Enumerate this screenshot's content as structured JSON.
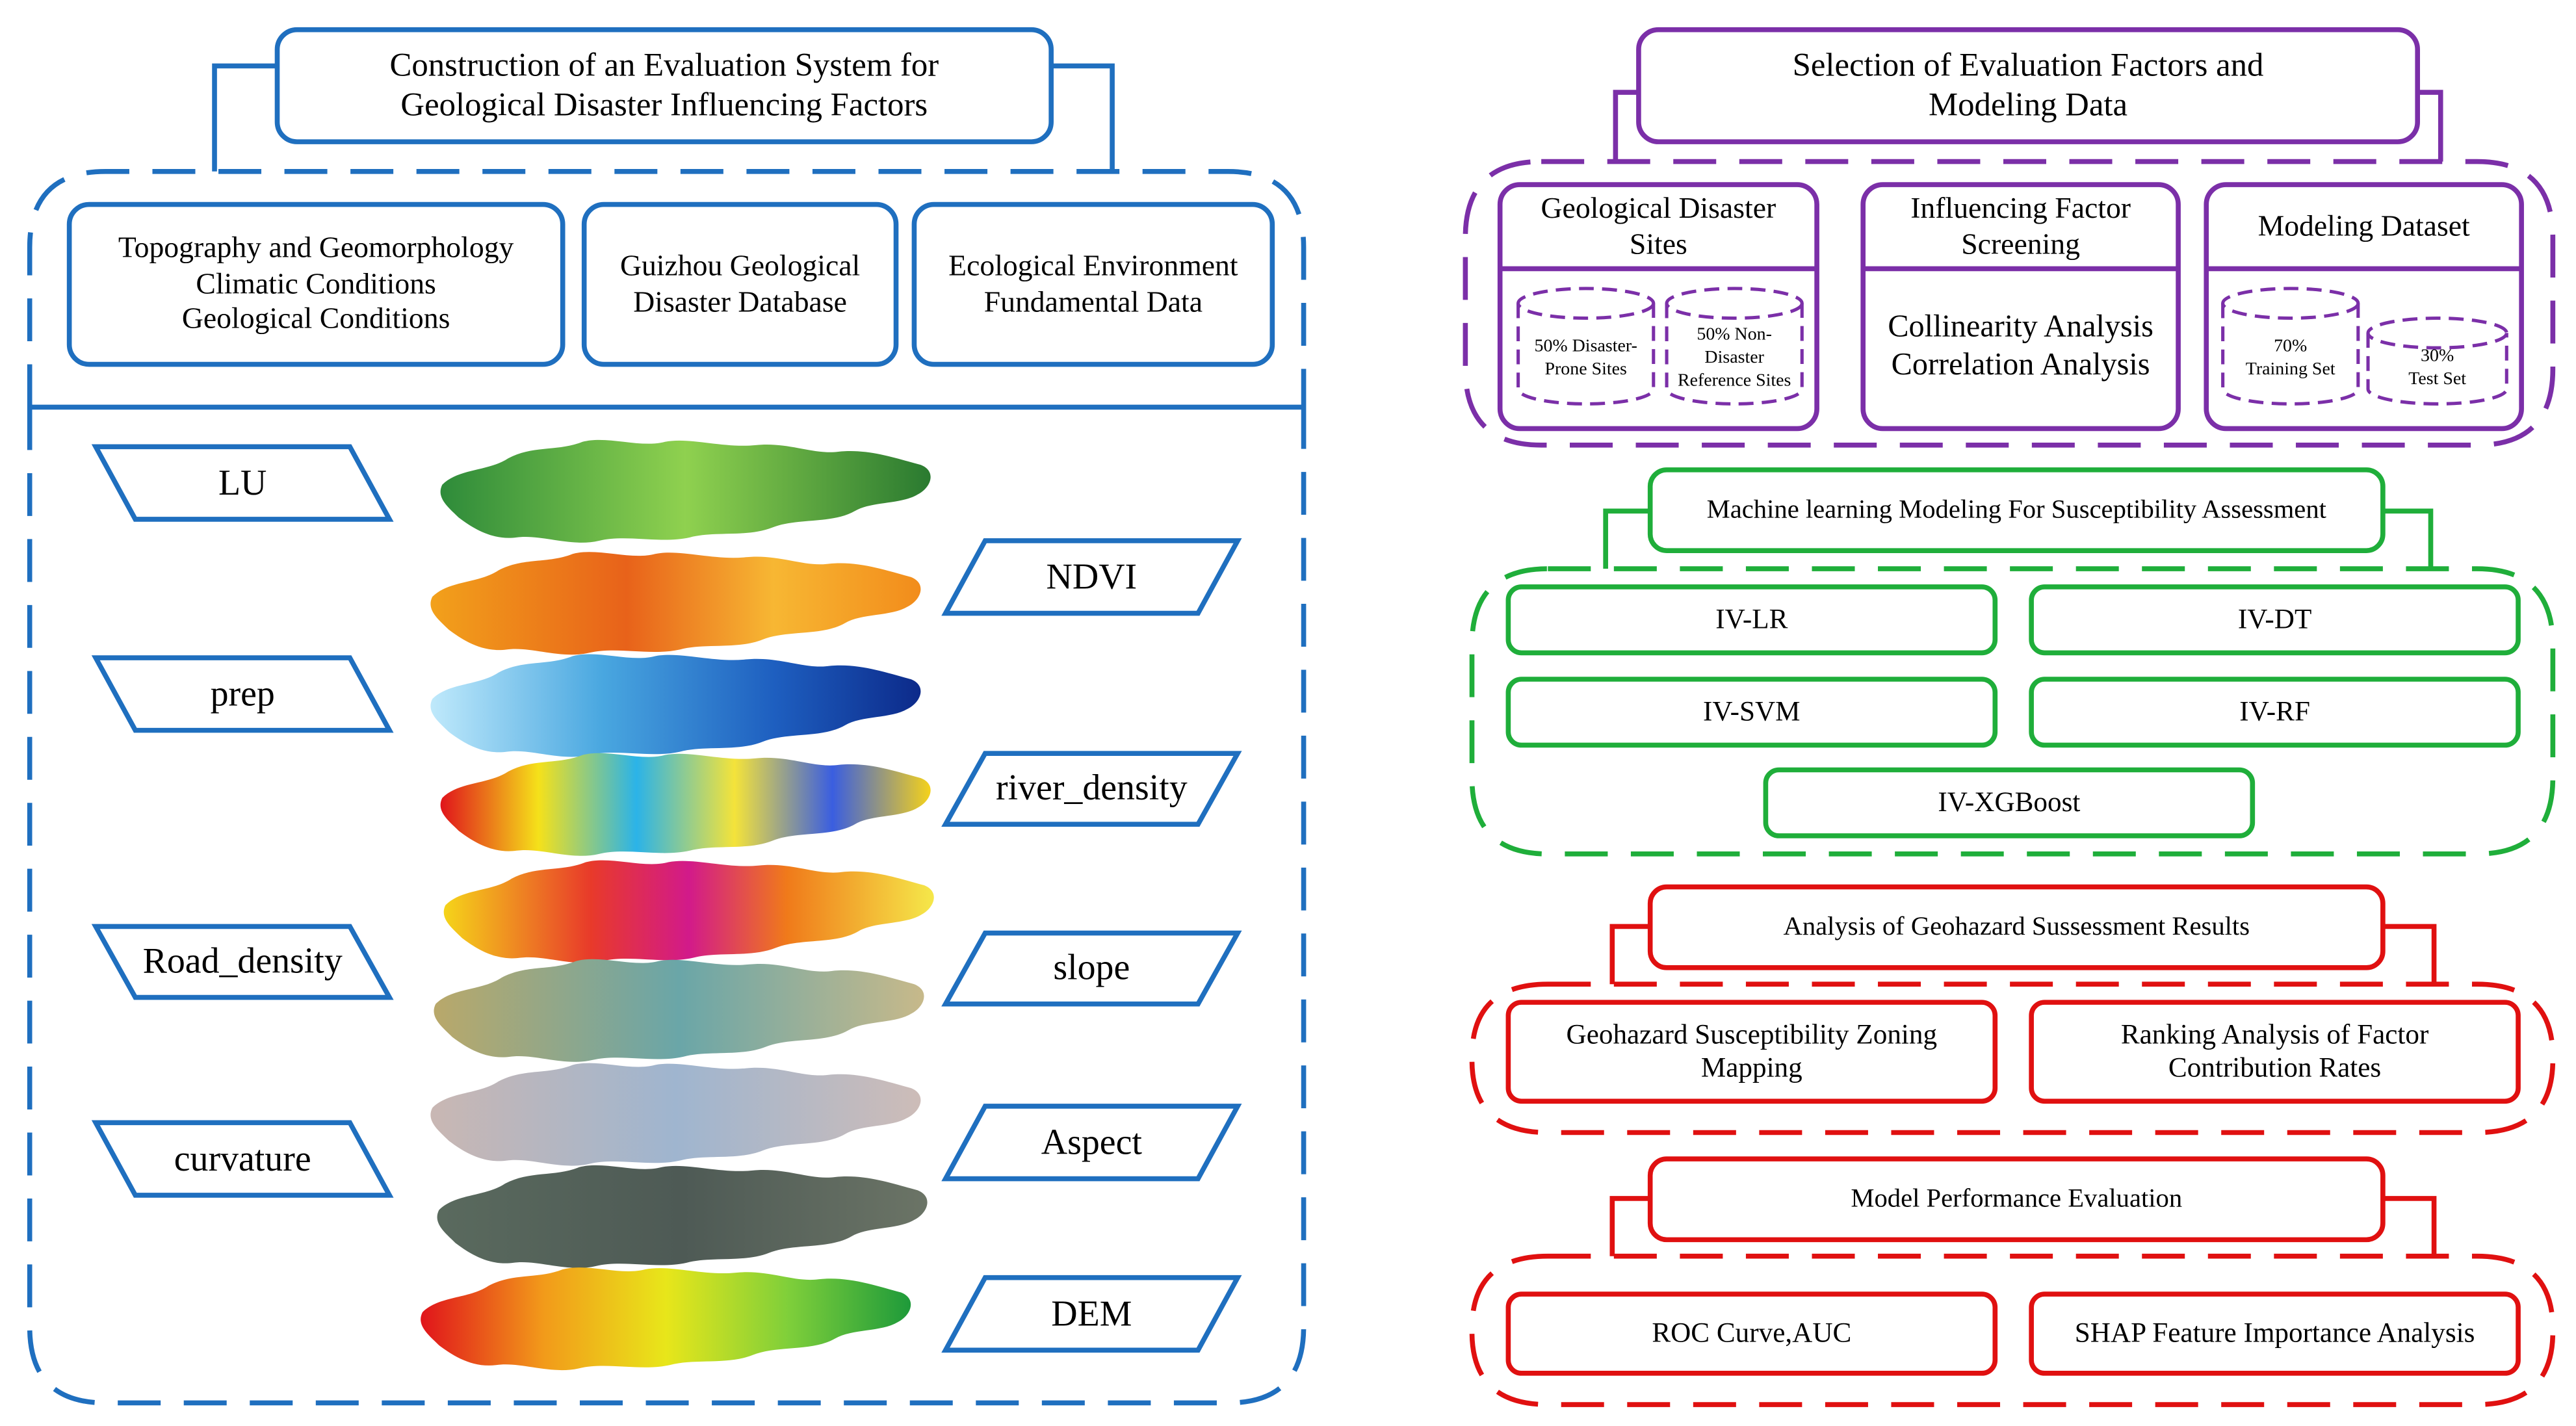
{
  "colors": {
    "blue": "#1f6fbf",
    "purple": "#7b2fa8",
    "green": "#1fae3a",
    "red": "#e01010"
  },
  "left": {
    "title": "Construction of an Evaluation System for\nGeological Disaster Influencing Factors",
    "categories": [
      "Topography and Geomorphology\nClimatic Conditions\nGeological Conditions",
      "Guizhou Geological\nDisaster Database",
      "Ecological Environment\nFundamental Data"
    ],
    "factors_left": [
      "LU",
      "prep",
      "Road_density",
      "curvature"
    ],
    "factors_right": [
      "NDVI",
      "river_density",
      "slope",
      "Aspect",
      "DEM"
    ]
  },
  "right": {
    "selection": {
      "title": "Selection of Evaluation Factors and\nModeling Data",
      "sites": {
        "title": "Geological Disaster\nSites",
        "cyl1": "50% Disaster-\nProne Sites",
        "cyl2": "50% Non-\nDisaster\nReference Sites"
      },
      "screening": {
        "title": "Influencing Factor\nScreening",
        "body": "Collinearity Analysis\nCorrelation Analysis"
      },
      "dataset": {
        "title": "Modeling Dataset",
        "cyl1": "70%\nTraining Set",
        "cyl2": "30%\nTest Set"
      }
    },
    "ml": {
      "title": "Machine learning Modeling For Susceptibility Assessment",
      "models": [
        "IV-LR",
        "IV-DT",
        "IV-SVM",
        "IV-RF",
        "IV-XGBoost"
      ]
    },
    "analysis": {
      "title": "Analysis of Geohazard Sussessment Results",
      "items": [
        "Geohazard Susceptibility Zoning\nMapping",
        "Ranking Analysis of Factor\nContribution Rates"
      ]
    },
    "performance": {
      "title": "Model Performance Evaluation",
      "items": [
        "ROC Curve,AUC",
        "SHAP Feature Importance Analysis"
      ]
    }
  }
}
